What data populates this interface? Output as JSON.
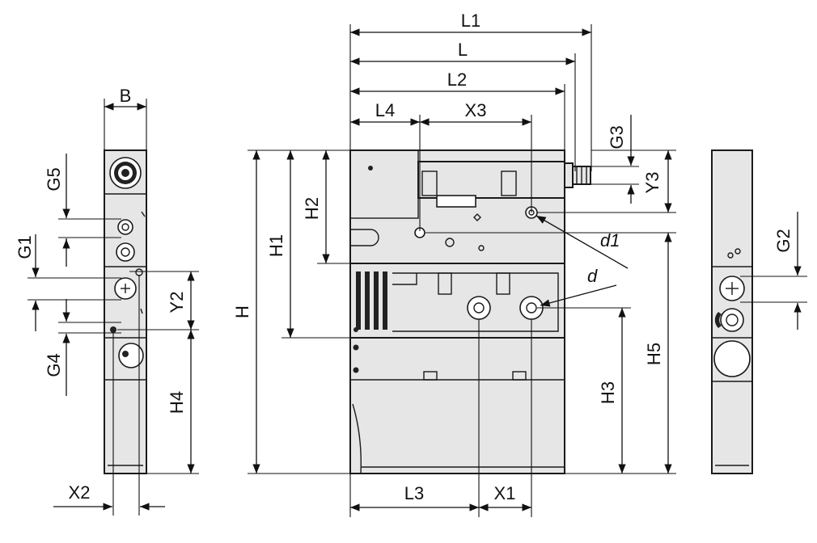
{
  "labels": {
    "L1": "L1",
    "L": "L",
    "L2": "L2",
    "L4": "L4",
    "X3": "X3",
    "B": "B",
    "G5": "G5",
    "G1": "G1",
    "Y2": "Y2",
    "G4": "G4",
    "H4": "H4",
    "X2": "X2",
    "H": "H",
    "H1": "H1",
    "H2": "H2",
    "H3": "H3",
    "L3": "L3",
    "X1": "X1",
    "d1": "d1",
    "d": "d",
    "G3": "G3",
    "Y3": "Y3",
    "H5": "H5",
    "G2": "G2"
  },
  "colors": {
    "body_fill": "#e6e6e6",
    "line": "#1a1a1a"
  }
}
